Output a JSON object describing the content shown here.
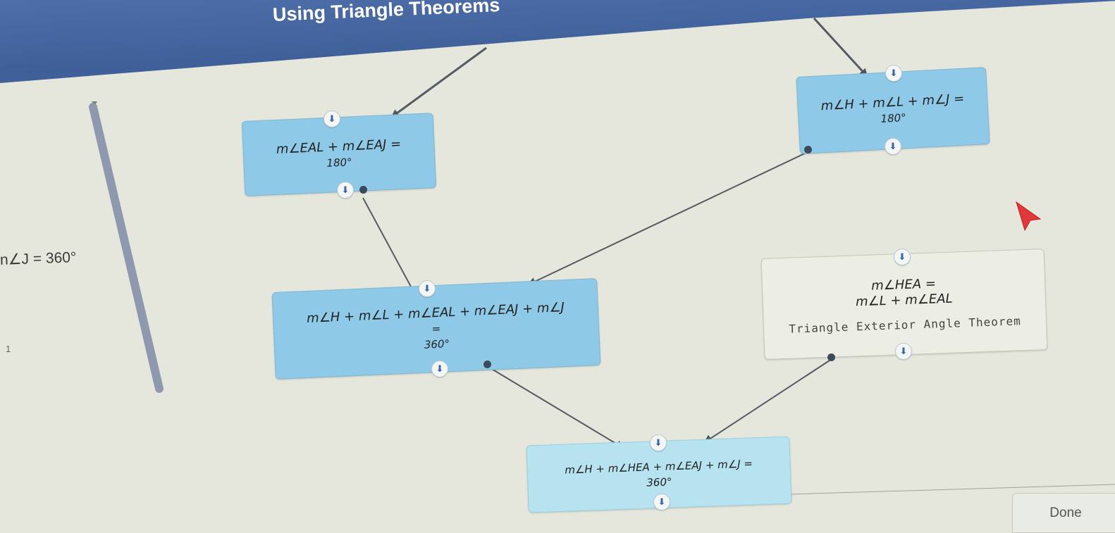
{
  "header": {
    "title": "Using Triangle Theorems"
  },
  "side_panel": {
    "equation": "n∠J = 360°",
    "small_mark": "1"
  },
  "nodes": {
    "eal_eaj": {
      "line1": "m∠EAL + m∠EAJ =",
      "line2": "180°"
    },
    "h_l_j": {
      "line1": "m∠H + m∠L + m∠J =",
      "line2": "180°"
    },
    "sum_all": {
      "line1": "m∠H + m∠L + m∠EAL + m∠EAJ + m∠J",
      "line2": "=",
      "line3": "360°"
    },
    "hea": {
      "line1": "m∠HEA =",
      "line2": "m∠L + m∠EAL",
      "reason": "Triangle Exterior Angle Theorem"
    },
    "final": {
      "line1": "m∠H + m∠HEA + m∠EAJ + m∠J =",
      "line2": "360°"
    }
  },
  "port_glyph": "⬇",
  "done_button": {
    "label": "Done"
  },
  "colors": {
    "header": "#4466a3",
    "node": "#8ec9e8",
    "node_light": "#b7e2f0",
    "connector": "#555b63",
    "cursor": "#e0393b"
  }
}
